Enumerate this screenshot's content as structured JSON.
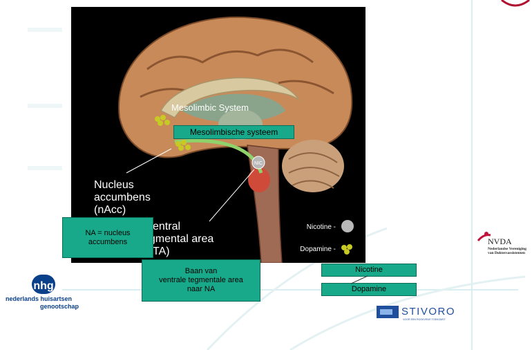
{
  "diagram": {
    "brain_labels": {
      "mesolimbic": "Mesolimbic System",
      "nucleus_line1": "Nucleus",
      "nucleus_line2": "accumbens",
      "nucleus_line3": "(nAcc)",
      "vta_line1": "entral",
      "vta_line2": "egmental area",
      "vta_line3": "TA)",
      "legend_nicotine": "Nicotine -",
      "legend_dopamine": "Dopamine -",
      "nic_ball": "NIC"
    },
    "overlay_boxes": {
      "mesolimbic_nl": "Mesolimbische systeem",
      "na_nl": "NA = nucleus\naccumbens",
      "baan_nl": "Baan van\nventrale tegmentale area\nnaar NA",
      "nicotine_nl": "Nicotine",
      "dopamine_nl": "Dopamine"
    }
  },
  "logos": {
    "nhg_mark": "nhg",
    "nhg_line1": "nederlands huisartsen",
    "nhg_line2": "genootschap",
    "nvda_name": "NVDA",
    "nvda_sub1": "Nederlandse Vereniging",
    "nvda_sub2": "van Doktersassistenten",
    "stivoro_name": "STIVORO",
    "stivoro_tagline": "VOOR EEN ROOKVRIJE TOEKOMST"
  },
  "colors": {
    "box_fill": "#17a98a",
    "panel": "#000000",
    "accent_line": "#c8e6ea",
    "nvda_red": "#c0143c",
    "stivoro_blue": "#1f4e9c",
    "nhg_blue": "#0a3f8a"
  }
}
